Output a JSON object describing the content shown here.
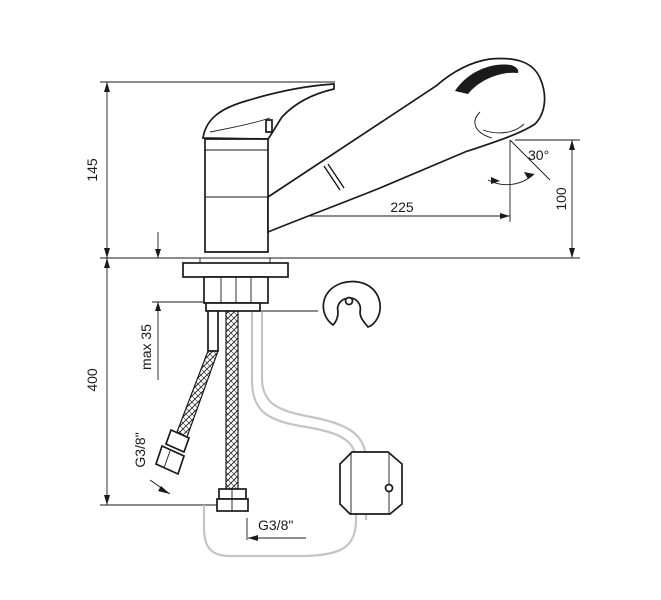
{
  "dimensions": {
    "height_above": "145",
    "reach": "225",
    "spout_height": "100",
    "angle": "30°",
    "height_below": "400",
    "max_thickness": "max 35",
    "thread_left": "G3/8\"",
    "thread_bottom": "G3/8\""
  },
  "colors": {
    "line": "#1a1a1a",
    "hose_guide": "#c4c4c4",
    "background": "#ffffff"
  }
}
